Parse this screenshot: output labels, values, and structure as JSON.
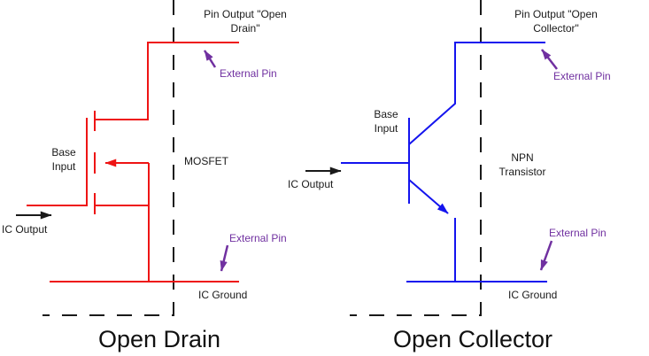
{
  "diagram": {
    "colors": {
      "mosfet_circuit": "#ee1414",
      "npn_circuit": "#1414ee",
      "annotation": "#7030a0",
      "boundary": "#1a1a1a"
    },
    "left": {
      "pin_output": "Pin Output \"Open Drain\"",
      "external_pin_top": "External Pin",
      "base_input": "Base Input",
      "device": "MOSFET",
      "ic_output": "IC Output",
      "external_pin_bottom": "External Pin",
      "ic_ground": "IC Ground",
      "title": "Open Drain"
    },
    "right": {
      "pin_output": "Pin Output \"Open Collector\"",
      "external_pin_top": "External Pin",
      "base_input": "Base Input",
      "device": "NPN Transistor",
      "ic_output": "IC Output",
      "external_pin_bottom": "External Pin",
      "ic_ground": "IC Ground",
      "title": "Open Collector"
    }
  }
}
